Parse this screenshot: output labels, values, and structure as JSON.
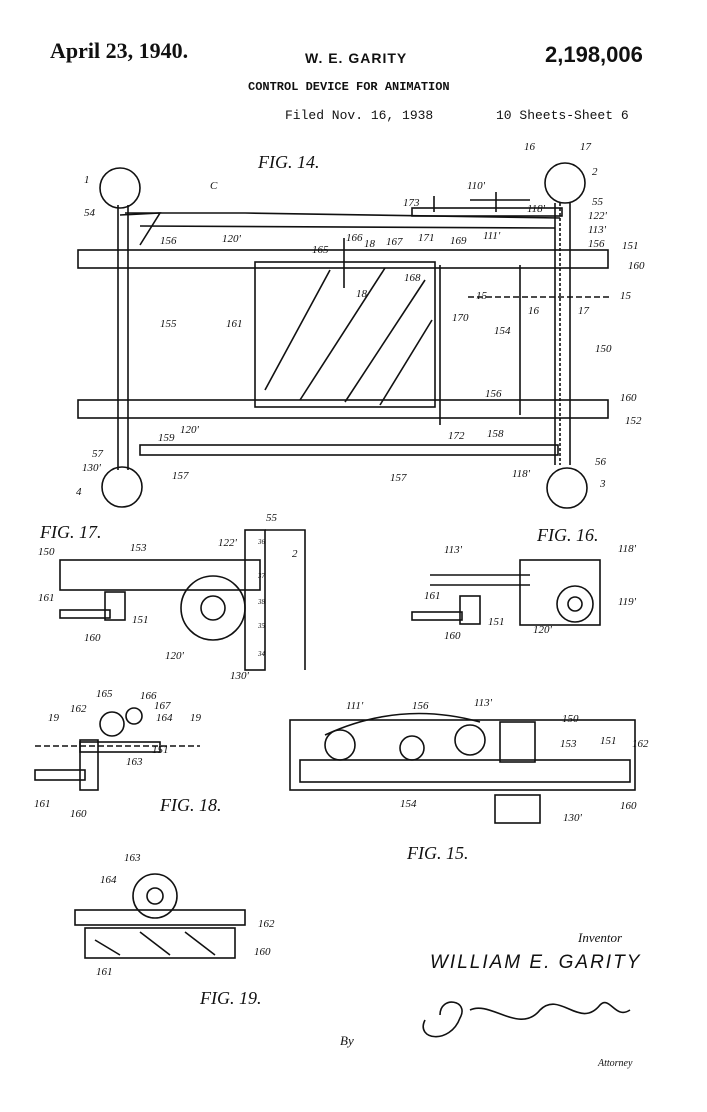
{
  "header": {
    "date": "April 23, 1940.",
    "inventor": "W. E. GARITY",
    "patent_number": "2,198,006",
    "title": "CONTROL DEVICE FOR ANIMATION",
    "filed": "Filed Nov. 16, 1938",
    "sheets": "10 Sheets-Sheet 6"
  },
  "figures": {
    "fig14": "FIG. 14.",
    "fig15": "FIG. 15.",
    "fig16": "FIG. 16.",
    "fig17": "FIG. 17.",
    "fig18": "FIG. 18.",
    "fig19": "FIG. 19."
  },
  "fig14_refs": {
    "r1": "1",
    "r2": "2",
    "r3": "3",
    "r4": "4",
    "r54": "54",
    "rC": "C",
    "r120": "120'",
    "r156a": "156",
    "r166": "166",
    "r18a": "18",
    "r167": "167",
    "r165": "165",
    "r171": "171",
    "r169": "169",
    "r111": "111'",
    "r173": "173",
    "r110": "110'",
    "r118": "118'",
    "r55": "55",
    "r122": "122'",
    "r113": "113'",
    "r156b": "156",
    "r151": "151",
    "r160a": "160",
    "r16a": "16",
    "r17a": "17",
    "r15a": "15",
    "r15b": "15",
    "r18b": "18",
    "r168": "168",
    "r161": "161",
    "r155": "155",
    "r170": "170",
    "r154": "154",
    "r16b": "16",
    "r17b": "17",
    "r150": "150",
    "r156c": "156",
    "r160b": "160",
    "r152": "152",
    "r57": "57",
    "r130": "130'",
    "r159": "159",
    "r120b": "120'",
    "r172": "172",
    "r158": "158",
    "r157a": "157",
    "r157b": "157",
    "r118b": "118'",
    "r56": "56"
  },
  "fig17_refs": {
    "r55": "55",
    "r150": "150",
    "r153": "153",
    "r122": "122'",
    "r2": "2",
    "r161": "161",
    "r160": "160",
    "r151": "151",
    "r120": "120'",
    "r130": "130'",
    "s36": "36",
    "s37": "37",
    "s38": "38",
    "s35": "35",
    "s34": "34"
  },
  "fig16_refs": {
    "r113": "113'",
    "r118": "118'",
    "r161": "161",
    "r151": "151",
    "r160": "160",
    "r120": "120'",
    "r119": "119'"
  },
  "fig18_refs": {
    "r165": "165",
    "r166": "166",
    "r167": "167",
    "r162": "162",
    "r164": "164",
    "r19a": "19",
    "r19b": "19",
    "r151": "151",
    "r163": "163",
    "r161": "161",
    "r160": "160"
  },
  "fig15_refs": {
    "r111": "111'",
    "r156": "156",
    "r113": "113'",
    "r150": "150",
    "r151": "151",
    "r162": "162",
    "r153": "153",
    "r154": "154",
    "r160": "160",
    "r130": "130'"
  },
  "fig19_refs": {
    "r163": "163",
    "r164": "164",
    "r162": "162",
    "r160": "160",
    "r161": "161"
  },
  "signature": {
    "inventor_label": "Inventor",
    "inventor_name": "WILLIAM E. GARITY",
    "by": "By",
    "attorney_label": "Attorney"
  }
}
